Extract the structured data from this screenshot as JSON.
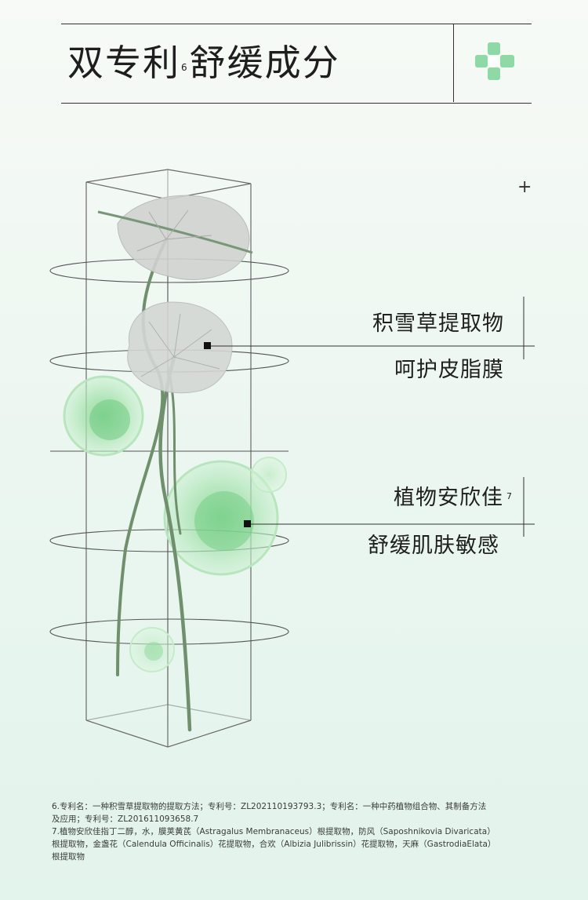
{
  "header": {
    "title_main": "双专利",
    "title_superscript": "6",
    "title_tail": "舒缓成分"
  },
  "icons": {
    "brand_logo": "green-cross-logo-icon",
    "plus": "plus-icon"
  },
  "plus_symbol": "+",
  "colors": {
    "accent_green": "#86d9a0",
    "line": "#333333"
  },
  "callouts": [
    {
      "name": "积雪草提取物",
      "benefit": "呵护皮脂膜",
      "superscript": ""
    },
    {
      "name": "植物安欣佳",
      "benefit": "舒缓肌肤敏感",
      "superscript": "7"
    }
  ],
  "footnotes": [
    "6.专利名：一种积雪草提取物的提取方法；专利号：ZL202110193793.3；专利名：一种中药植物组合物、其制备方法",
    "及应用；专利号：ZL201611093658.7",
    "7.植物安欣佳指丁二醇，水，膜荚黄芪（Astragalus Membranaceus）根提取物，防风（Saposhnikovia Divaricata）",
    "根提取物，金盏花（Calendula Officinalis）花提取物，合欢（Albizia Julibrissin）花提取物，天麻（GastrodiaElata）",
    "根提取物"
  ]
}
